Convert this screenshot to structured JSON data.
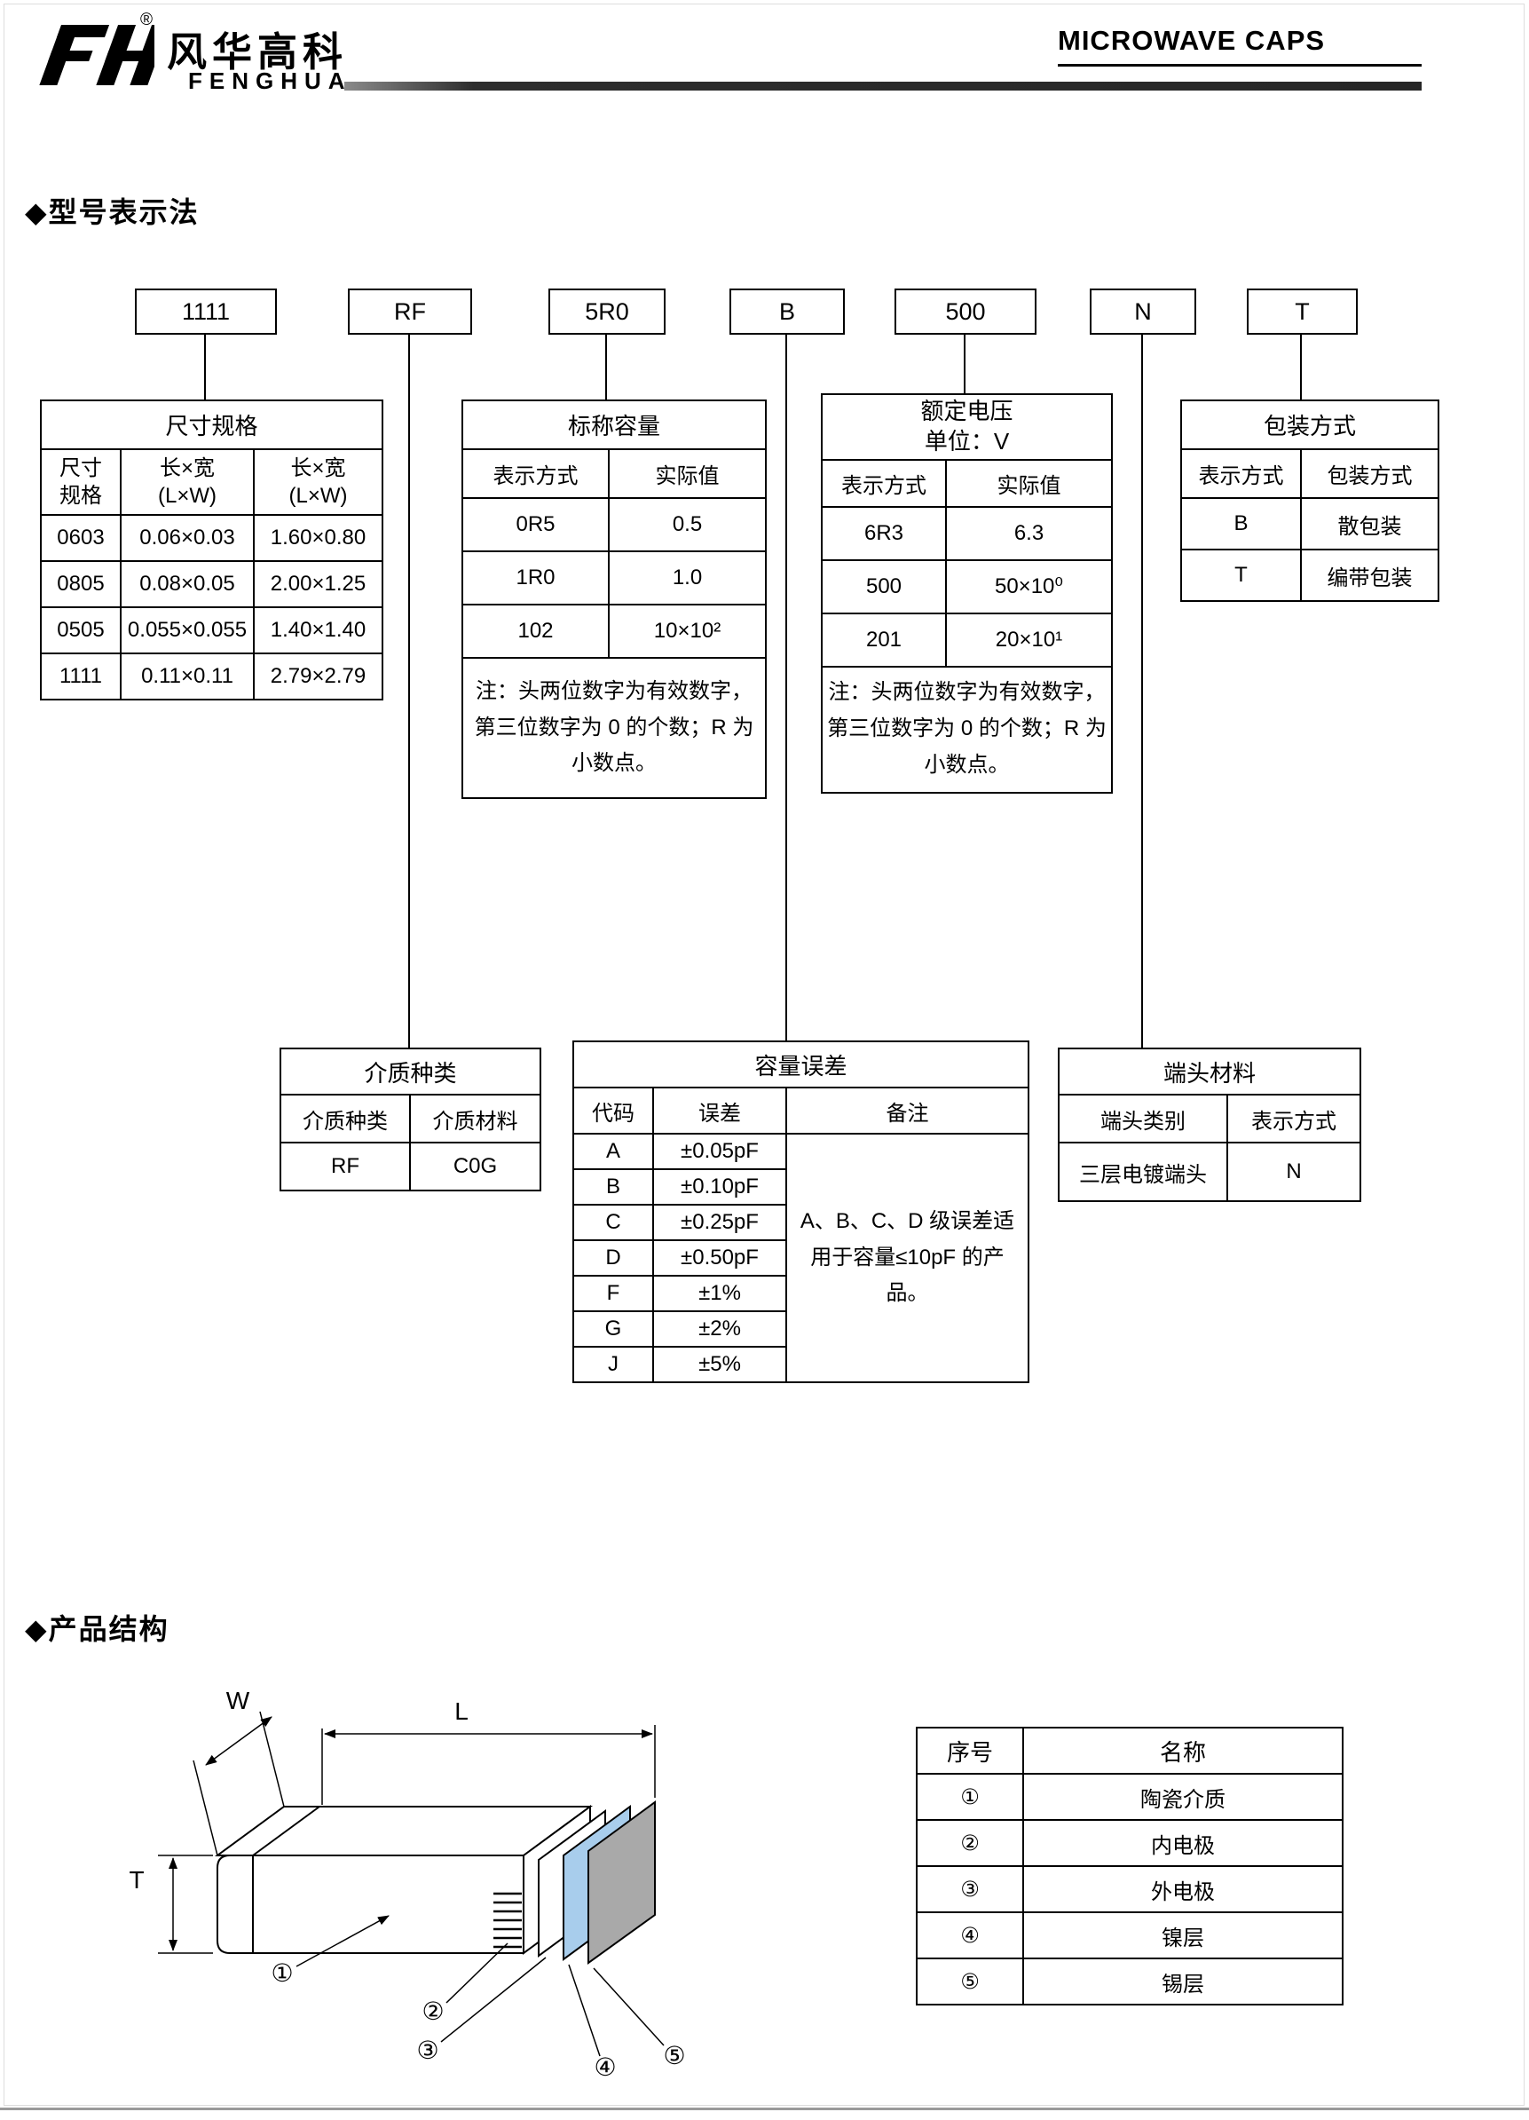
{
  "header": {
    "logo_mark": "FH",
    "registered": "®",
    "brand_cn": "风华高科",
    "brand_en": "FENGHUA",
    "doc_title": "MICROWAVE CAPS"
  },
  "sections": {
    "model": "◆型号表示法",
    "structure": "◆产品结构"
  },
  "code_boxes": {
    "size": "1111",
    "dielectric": "RF",
    "capacitance": "5R0",
    "tolerance": "B",
    "voltage": "500",
    "terminal": "N",
    "packaging": "T"
  },
  "size_table": {
    "title": "尺寸规格",
    "h1": "尺寸\n规格",
    "h2": "长×宽\n(L×W)",
    "h3": "长×宽\n(L×W)",
    "rows": [
      [
        "0603",
        "0.06×0.03",
        "1.60×0.80"
      ],
      [
        "0805",
        "0.08×0.05",
        "2.00×1.25"
      ],
      [
        "0505",
        "0.055×0.055",
        "1.40×1.40"
      ],
      [
        "1111",
        "0.11×0.11",
        "2.79×2.79"
      ]
    ]
  },
  "cap_table": {
    "title": "标称容量",
    "h1": "表示方式",
    "h2": "实际值",
    "rows": [
      [
        "0R5",
        "0.5"
      ],
      [
        "1R0",
        "1.0"
      ],
      [
        "102",
        "10×10²"
      ]
    ],
    "note": "注：头两位数字为有效数字，第三位数字为 0 的个数；R 为小数点。"
  },
  "volt_table": {
    "title": "额定电压\n单位：V",
    "h1": "表示方式",
    "h2": "实际值",
    "rows": [
      [
        "6R3",
        "6.3"
      ],
      [
        "500",
        "50×10⁰"
      ],
      [
        "201",
        "20×10¹"
      ]
    ],
    "note": "注：头两位数字为有效数字，第三位数字为 0 的个数；R 为小数点。"
  },
  "pack_table": {
    "title": "包装方式",
    "h1": "表示方式",
    "h2": "包装方式",
    "rows": [
      [
        "B",
        "散包装"
      ],
      [
        "T",
        "编带包装"
      ]
    ]
  },
  "diel_table": {
    "title": "介质种类",
    "h1": "介质种类",
    "h2": "介质材料",
    "rows": [
      [
        "RF",
        "C0G"
      ]
    ]
  },
  "tol_table": {
    "title": "容量误差",
    "h1": "代码",
    "h2": "误差",
    "h3": "备注",
    "rows": [
      [
        "A",
        "±0.05pF"
      ],
      [
        "B",
        "±0.10pF"
      ],
      [
        "C",
        "±0.25pF"
      ],
      [
        "D",
        "±0.50pF"
      ],
      [
        "F",
        "±1%"
      ],
      [
        "G",
        "±2%"
      ],
      [
        "J",
        "±5%"
      ]
    ],
    "note": "A、B、C、D 级误差适用于容量≤10pF 的产品。"
  },
  "term_table": {
    "title": "端头材料",
    "h1": "端头类别",
    "h2": "表示方式",
    "rows": [
      [
        "三层电镀端头",
        "N"
      ]
    ]
  },
  "struct_table": {
    "h1": "序号",
    "h2": "名称",
    "rows": [
      [
        "①",
        "陶瓷介质"
      ],
      [
        "②",
        "内电极"
      ],
      [
        "③",
        "外电极"
      ],
      [
        "④",
        "镍层"
      ],
      [
        "⑤",
        "锡层"
      ]
    ]
  },
  "diagram": {
    "w": "W",
    "l": "L",
    "t": "T",
    "c1": "①",
    "c2": "②",
    "c3": "③",
    "c4": "④",
    "c5": "⑤",
    "nickel_color": "#a8cdec",
    "tin_color": "#a9a9a9"
  }
}
